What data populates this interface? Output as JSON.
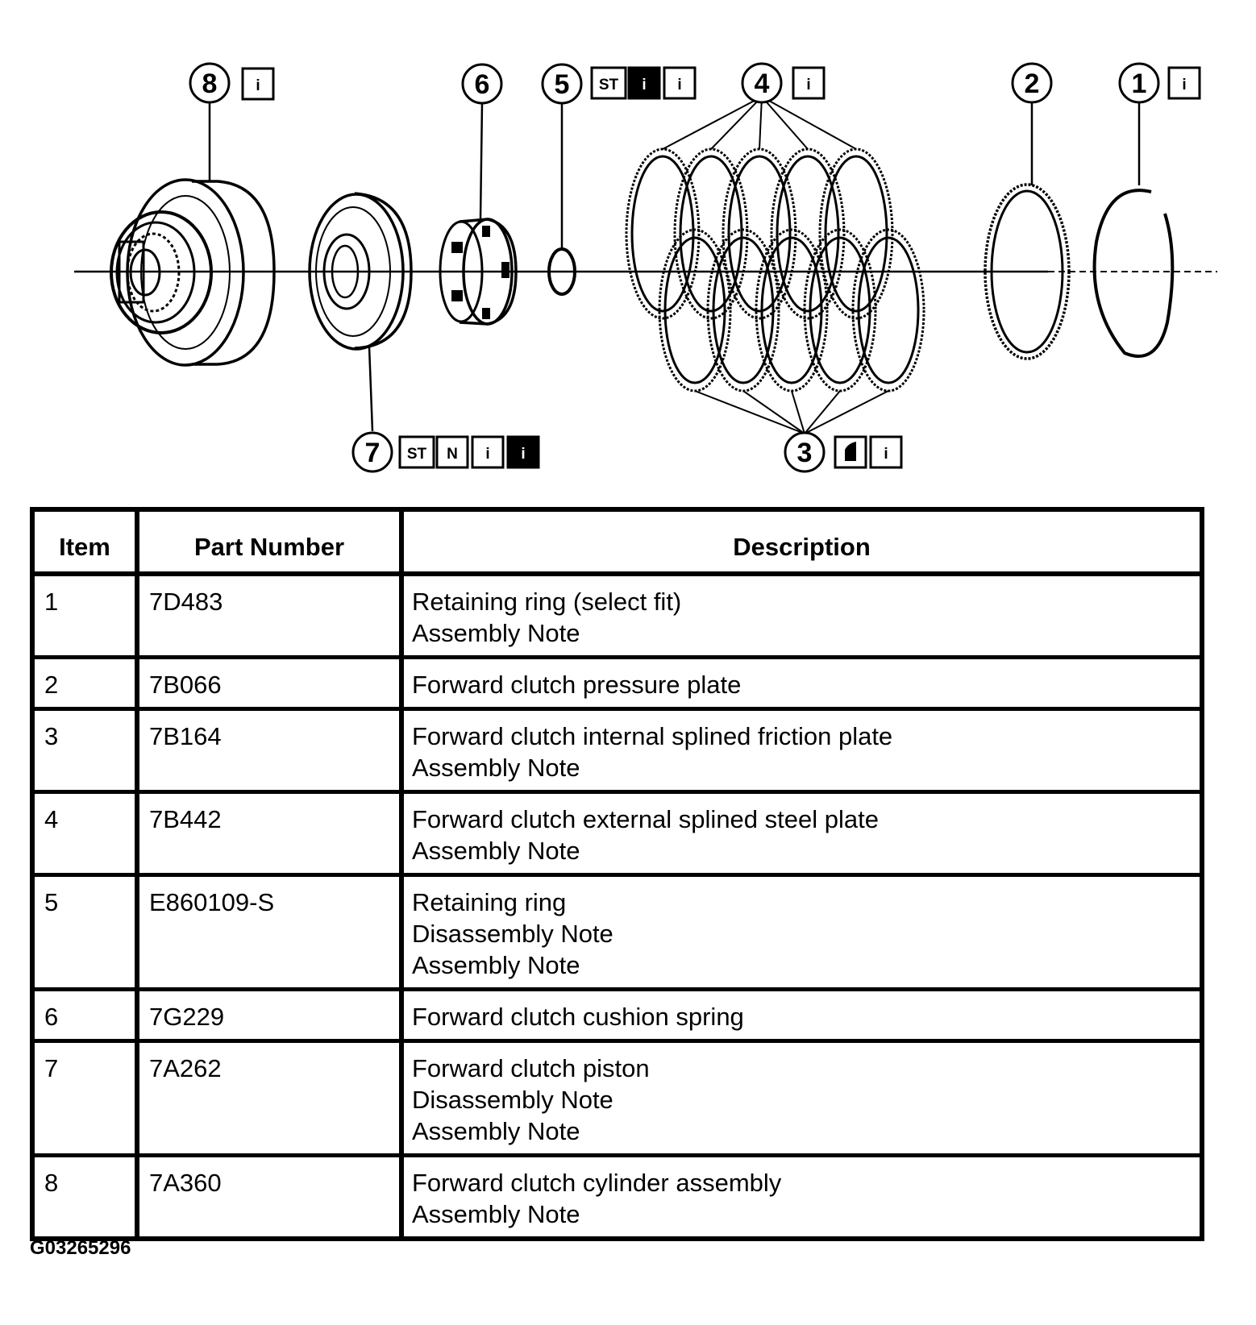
{
  "figure_id": "G03265296",
  "callouts": [
    {
      "num": "8",
      "badges": [
        "i"
      ]
    },
    {
      "num": "6",
      "badges": []
    },
    {
      "num": "5",
      "badges": [
        "ST",
        "i",
        "i"
      ]
    },
    {
      "num": "4",
      "badges": [
        "i"
      ]
    },
    {
      "num": "2",
      "badges": []
    },
    {
      "num": "1",
      "badges": [
        "i"
      ]
    },
    {
      "num": "7",
      "badges": [
        "ST",
        "N",
        "i",
        "i"
      ]
    },
    {
      "num": "3",
      "badges": [
        "i"
      ]
    }
  ],
  "table": {
    "headers": [
      "Item",
      "Part Number",
      "Description"
    ],
    "rows": [
      {
        "item": "1",
        "part": "7D483",
        "desc": [
          "Retaining ring (select fit)",
          "Assembly Note"
        ]
      },
      {
        "item": "2",
        "part": "7B066",
        "desc": [
          "Forward clutch pressure plate"
        ]
      },
      {
        "item": "3",
        "part": "7B164",
        "desc": [
          "Forward clutch internal splined friction plate",
          "Assembly Note"
        ]
      },
      {
        "item": "4",
        "part": "7B442",
        "desc": [
          "Forward clutch external splined steel plate",
          "Assembly Note"
        ]
      },
      {
        "item": "5",
        "part": "E860109-S",
        "desc": [
          "Retaining ring",
          "Disassembly Note",
          "Assembly Note"
        ]
      },
      {
        "item": "6",
        "part": "7G229",
        "desc": [
          "Forward clutch cushion spring"
        ]
      },
      {
        "item": "7",
        "part": "7A262",
        "desc": [
          "Forward clutch piston",
          "Disassembly Note",
          "Assembly Note"
        ]
      },
      {
        "item": "8",
        "part": "7A360",
        "desc": [
          "Forward clutch cylinder assembly",
          "Assembly Note"
        ]
      }
    ]
  }
}
